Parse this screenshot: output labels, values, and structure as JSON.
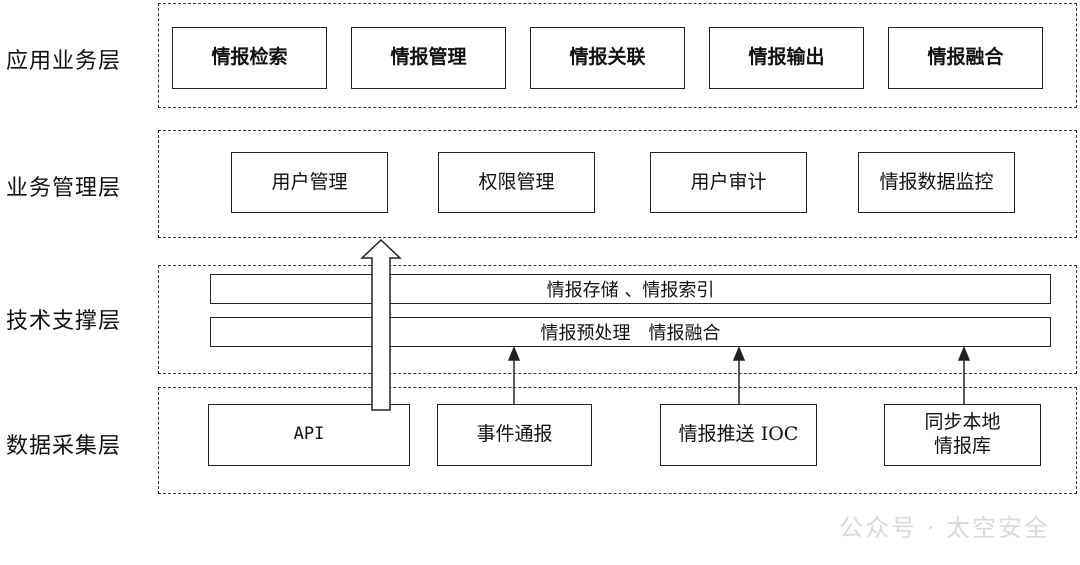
{
  "layers": {
    "app": {
      "label": "应用业务层",
      "items": [
        "情报检索",
        "情报管理",
        "情报关联",
        "情报输出",
        "情报融合"
      ]
    },
    "mgmt": {
      "label": "业务管理层",
      "items": [
        "用户管理",
        "权限管理",
        "用户审计",
        "情报数据监控"
      ]
    },
    "tech": {
      "label": "技术支撑层",
      "bar1": "情报存储 、情报索引",
      "bar2": "情报预处理　情报融合"
    },
    "data": {
      "label": "数据采集层",
      "items": [
        "API",
        "事件通报",
        "情报推送 IOC",
        "同步本地\n情报库"
      ]
    }
  },
  "watermark": "公众号 · 太空安全"
}
